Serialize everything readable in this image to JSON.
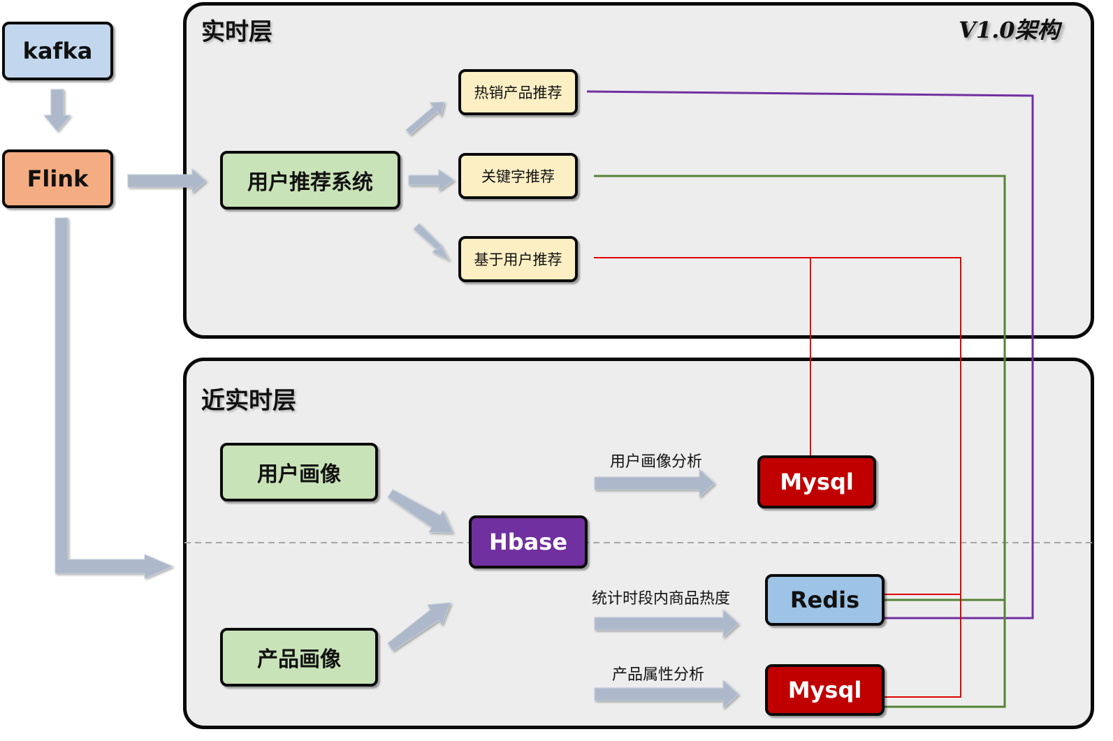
{
  "version_title": "V1.0架构",
  "sources": {
    "kafka": "kafka",
    "flink": "Flink"
  },
  "realtime_layer": {
    "title": "实时层",
    "system": "用户推荐系统",
    "outputs": [
      "热销产品推荐",
      "关键字推荐",
      "基于用户推荐"
    ]
  },
  "nearline_layer": {
    "title": "近实时层",
    "user_profile": "用户画像",
    "product_profile": "产品画像",
    "hbase": "Hbase",
    "flows": [
      "用户画像分析",
      "统计时段内商品热度",
      "产品属性分析"
    ],
    "stores": [
      "Mysql",
      "Redis",
      "Mysql"
    ]
  },
  "colors": {
    "line_purple": "#7030a0",
    "line_green": "#548235",
    "line_red": "#e00000",
    "arrow_fill": "#adb9ca"
  }
}
